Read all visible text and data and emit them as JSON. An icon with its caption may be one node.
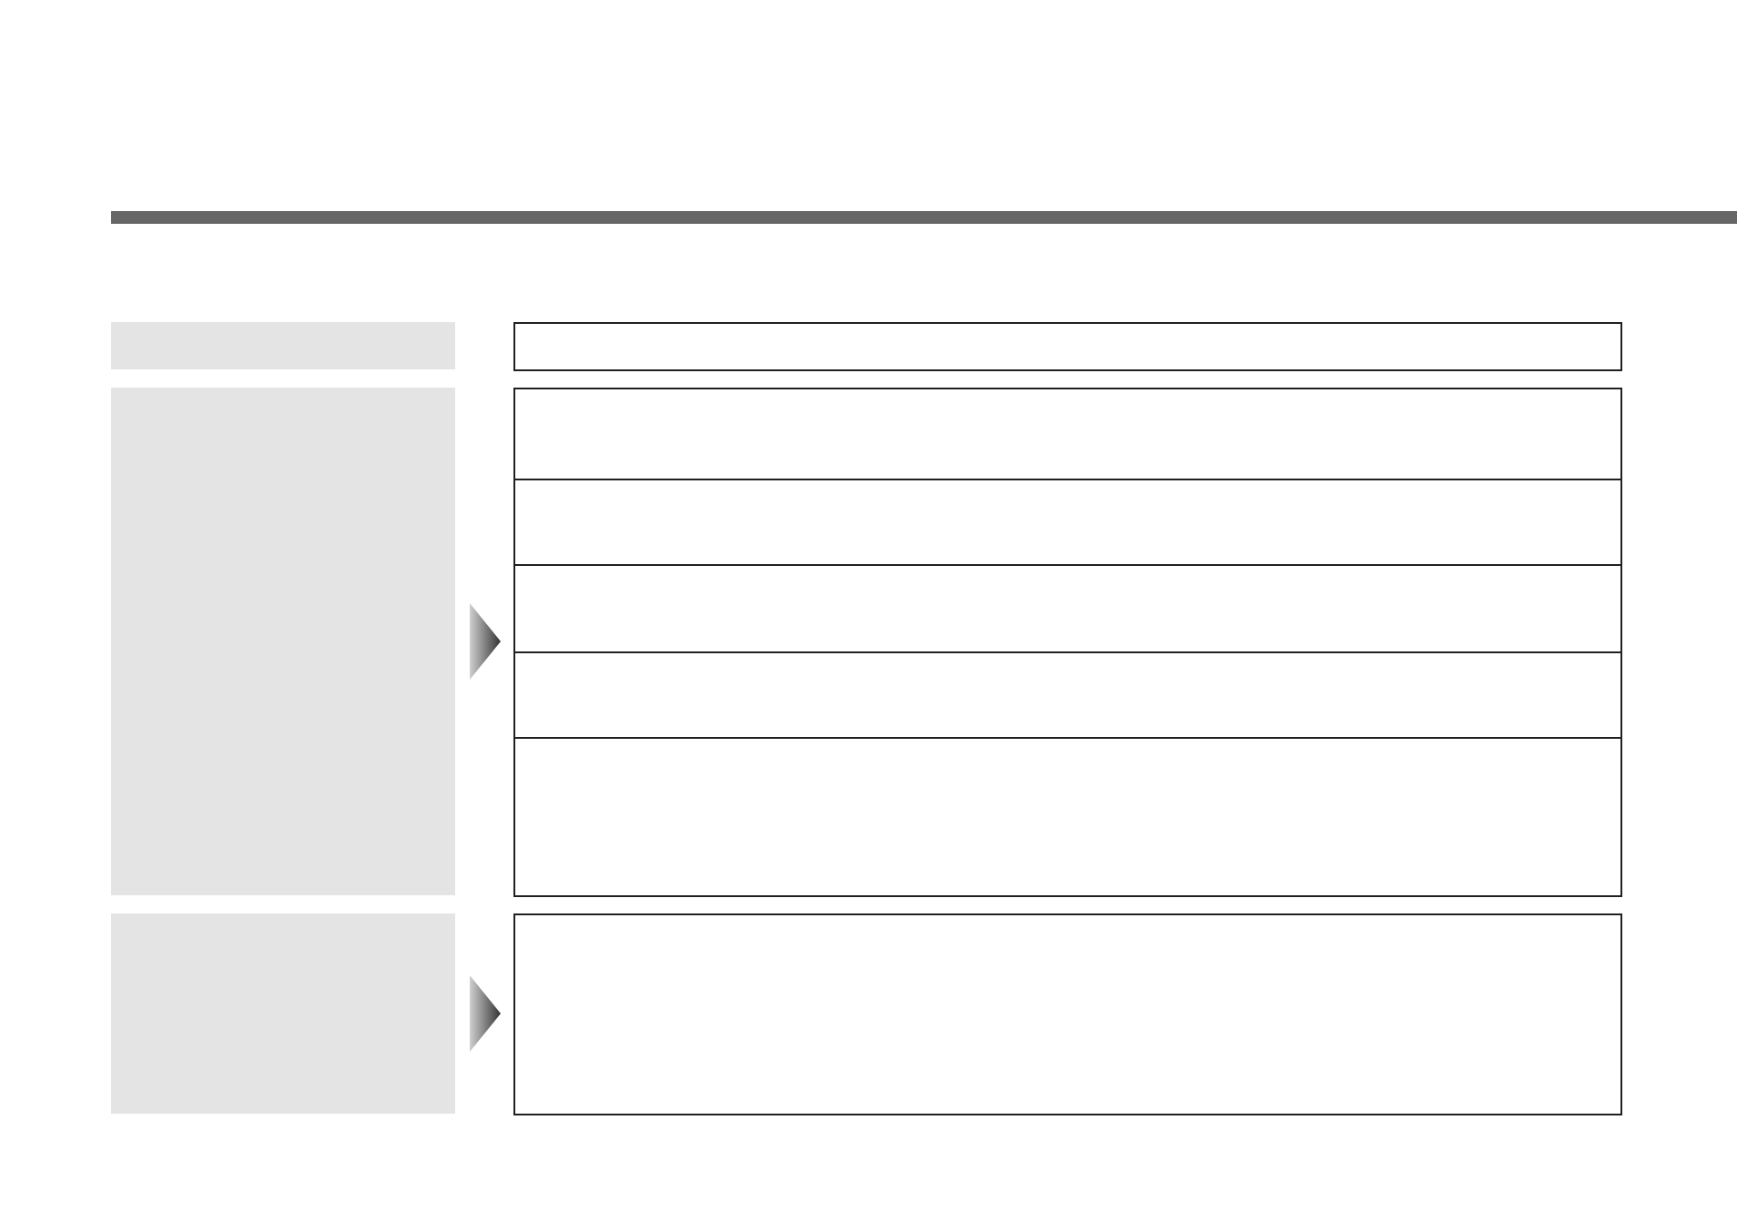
{
  "diagram": {
    "nodes": [
      {
        "text": [],
        "shape": "box"
      },
      {
        "text": [],
        "shape": "box"
      },
      {
        "text": [],
        "shape": "box"
      },
      {
        "text": [],
        "shape": "box"
      },
      {
        "text": [],
        "shape": "box"
      },
      {
        "text": [],
        "shape": "box"
      },
      {
        "text": [],
        "shape": "box"
      },
      {
        "text": [],
        "shape": "box"
      },
      {
        "text": [],
        "shape": "box"
      },
      {
        "text": [],
        "shape": "box"
      }
    ],
    "edges": [
      {
        "from": 2,
        "to": 5,
        "arrow": "to"
      },
      {
        "from": 8,
        "to": 9,
        "arrow": "to"
      }
    ]
  }
}
